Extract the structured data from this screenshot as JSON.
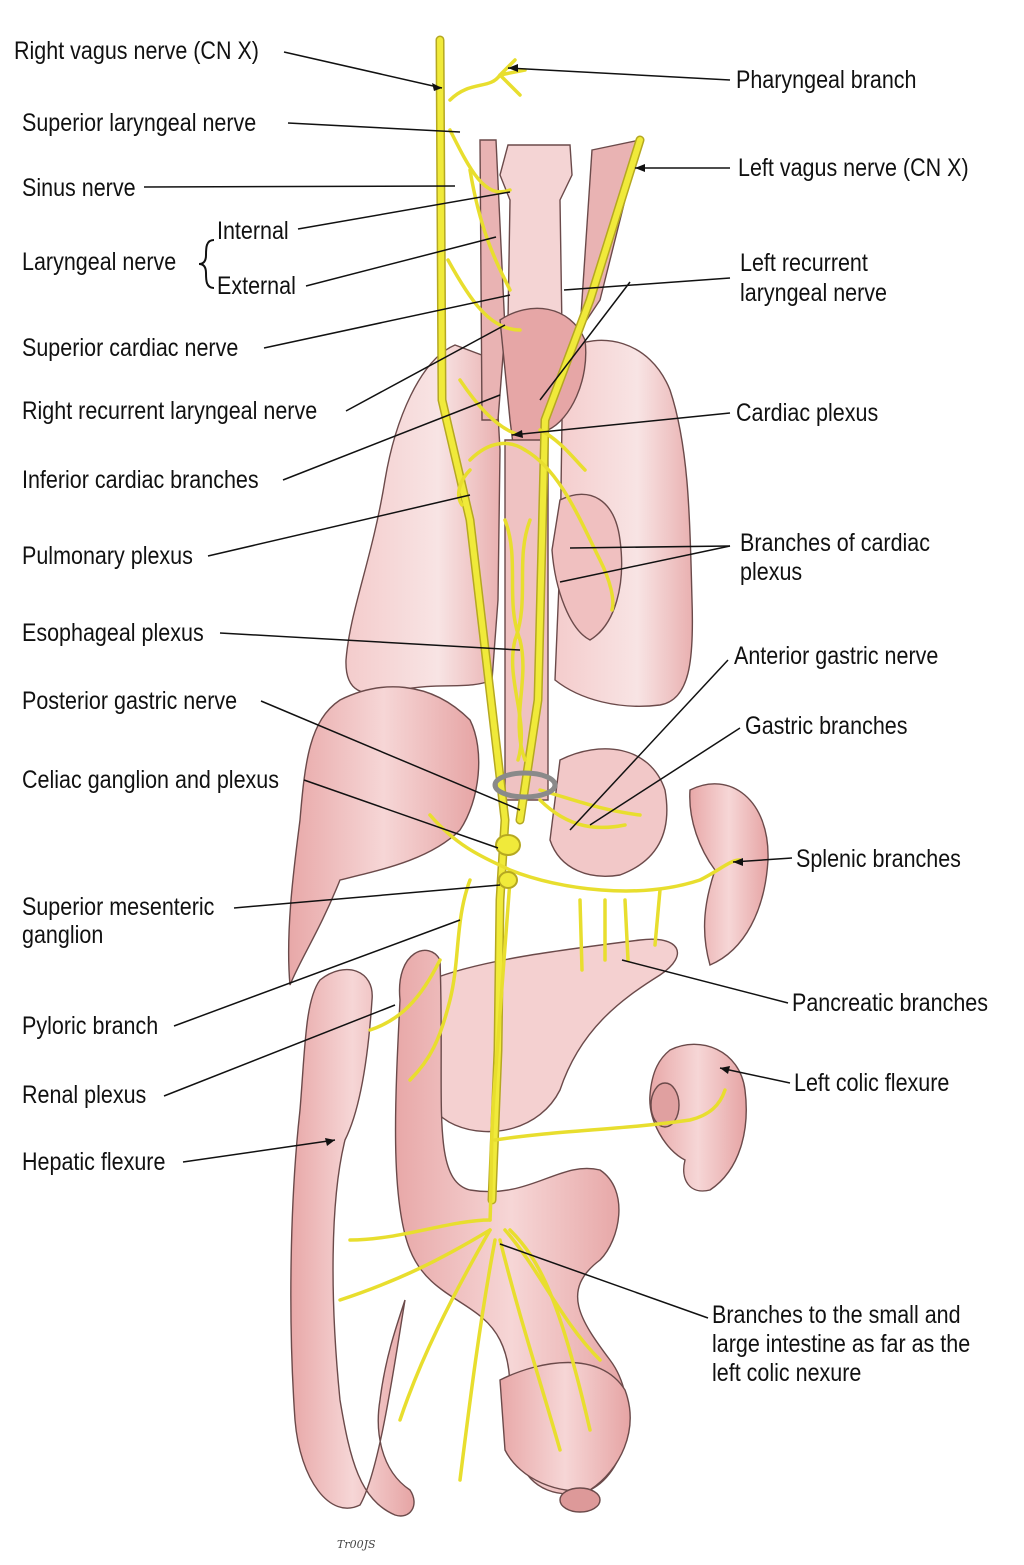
{
  "figure": {
    "colors": {
      "nerve": "#f0ea3a",
      "nerve_outline": "#b5a821",
      "organ_fill": "#f2c9c9",
      "organ_shadow": "#e39c9c",
      "organ_outline": "#6b4a4a",
      "leader_line": "#111111",
      "text": "#111111"
    },
    "labels_left": {
      "right_vagus": "Right vagus nerve (CN X)",
      "superior_laryngeal": "Superior laryngeal nerve",
      "sinus_nerve": "Sinus nerve",
      "laryngeal_nerve": "Laryngeal nerve",
      "laryngeal_internal": "Internal",
      "laryngeal_external": "External",
      "superior_cardiac": "Superior cardiac nerve",
      "right_recurrent": "Right recurrent laryngeal nerve",
      "inferior_cardiac": "Inferior cardiac branches",
      "pulmonary_plexus": "Pulmonary plexus",
      "esophageal_plexus": "Esophageal plexus",
      "posterior_gastric": "Posterior gastric nerve",
      "celiac": "Celiac ganglion and plexus",
      "sup_mesenteric_1": "Superior mesenteric",
      "sup_mesenteric_2": "ganglion",
      "pyloric": "Pyloric branch",
      "renal": "Renal plexus",
      "hepatic_flexure": "Hepatic flexure"
    },
    "labels_right": {
      "pharyngeal": "Pharyngeal branch",
      "left_vagus": "Left vagus nerve (CN X)",
      "left_recurrent_1": "Left recurrent",
      "left_recurrent_2": "laryngeal nerve",
      "cardiac_plexus": "Cardiac plexus",
      "branches_cardiac_1": "Branches of cardiac",
      "branches_cardiac_2": "plexus",
      "anterior_gastric": "Anterior gastric nerve",
      "gastric_branches": "Gastric branches",
      "splenic": "Splenic branches",
      "pancreatic": "Pancreatic branches",
      "left_colic": "Left colic flexure",
      "intestine_1": "Branches to the small and",
      "intestine_2": "large intestine as far as the",
      "intestine_3": "left colic nexure"
    },
    "signature": "Tr00JS"
  }
}
